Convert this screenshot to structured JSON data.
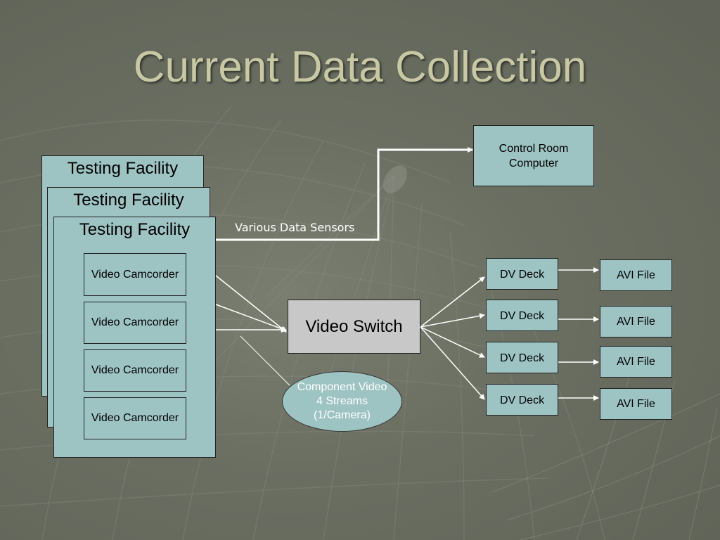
{
  "title": "Current Data Collection",
  "facilities": [
    "Testing Facility",
    "Testing Facility",
    "Testing Facility"
  ],
  "camcorders": [
    "Video Camcorder",
    "Video Camcorder",
    "Video Camcorder",
    "Video Camcorder"
  ],
  "sensors_label": "Various Data Sensors",
  "control_room": {
    "line1": "Control Room",
    "line2": "Computer"
  },
  "video_switch": "Video Switch",
  "component_video": {
    "line1": "Component Video",
    "line2": "4 Streams",
    "line3": "(1/Camera)"
  },
  "dv_decks": [
    "DV Deck",
    "DV Deck",
    "DV Deck",
    "DV Deck"
  ],
  "avi_files": [
    "AVI File",
    "AVI File",
    "AVI File",
    "AVI File"
  ],
  "colors": {
    "box_fill": "#9ec3c3",
    "switch_fill": "#c8c8c8",
    "title": "#c8c9a4",
    "background": "#6b6f62",
    "arrows": "#ffffff"
  }
}
